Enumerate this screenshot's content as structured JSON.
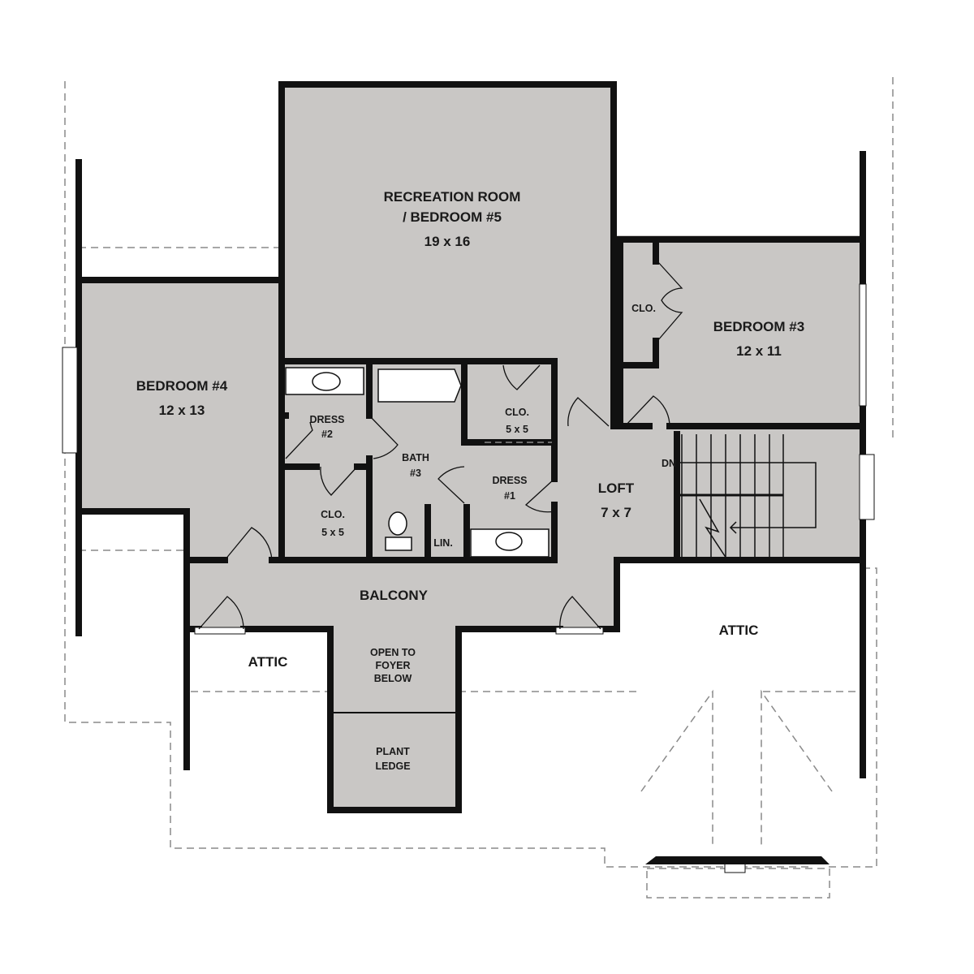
{
  "colors": {
    "room_fill": "#c9c7c5",
    "wall": "#111111",
    "background": "#ffffff",
    "dashed": "#8a8a8a"
  },
  "rooms": {
    "recreation": {
      "line1": "RECREATION ROOM",
      "line2": "/ BEDROOM #5",
      "size": "19 x 16"
    },
    "bedroom4": {
      "name": "BEDROOM #4",
      "size": "12 x 13"
    },
    "bedroom3": {
      "name": "BEDROOM #3",
      "size": "12 x 11"
    },
    "bedroom3_closet": {
      "name": "CLO."
    },
    "dress2": {
      "line1": "DRESS",
      "line2": "#2"
    },
    "dress1": {
      "line1": "DRESS",
      "line2": "#1"
    },
    "bath3": {
      "line1": "BATH",
      "line2": "#3"
    },
    "closet_left": {
      "name": "CLO.",
      "size": "5 x 5"
    },
    "closet_right": {
      "name": "CLO.",
      "size": "5 x 5"
    },
    "linen": {
      "name": "LIN."
    },
    "loft": {
      "name": "LOFT",
      "size": "7 x 7"
    },
    "stairs": {
      "label": "DN"
    },
    "balcony": {
      "name": "BALCONY"
    },
    "open_foyer": {
      "line1": "OPEN TO",
      "line2": "FOYER",
      "line3": "BELOW"
    },
    "plant_ledge": {
      "line1": "PLANT",
      "line2": "LEDGE"
    },
    "attic_left": {
      "name": "ATTIC"
    },
    "attic_right": {
      "name": "ATTIC"
    }
  }
}
